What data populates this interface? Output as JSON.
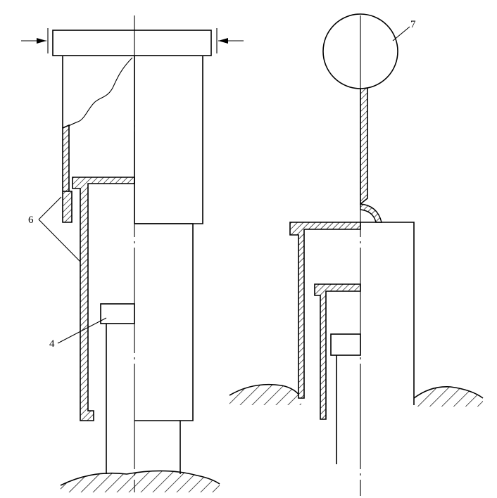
{
  "labels": {
    "part_4": "4",
    "part_6": "6",
    "part_7": "7"
  }
}
